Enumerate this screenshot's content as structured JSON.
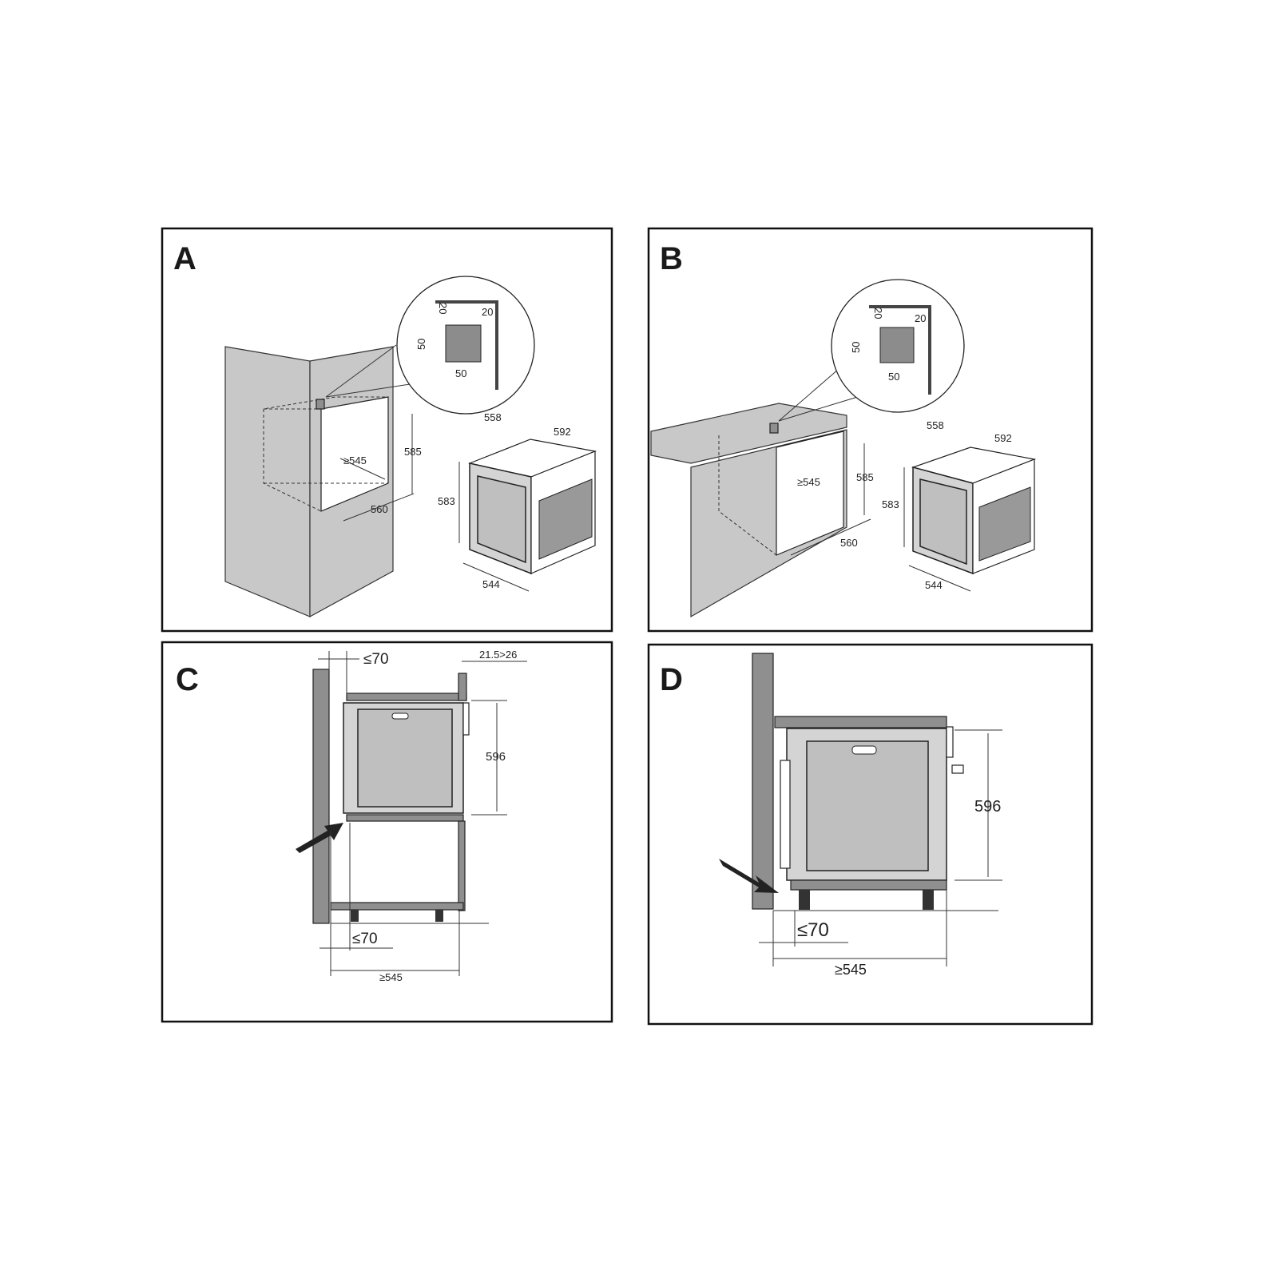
{
  "panels": {
    "a": {
      "label": "A",
      "detail": {
        "top": "20",
        "side": "20",
        "height": "50",
        "width": "50"
      },
      "niche": {
        "depth": "≥545",
        "height": "585",
        "width": "560"
      },
      "oven": {
        "depth": "558",
        "width": "592",
        "height": "583",
        "bottom": "544"
      }
    },
    "b": {
      "label": "B",
      "detail": {
        "top": "20",
        "side": "20",
        "height": "50",
        "width": "50"
      },
      "niche": {
        "depth": "≥545",
        "height": "585",
        "width": "560"
      },
      "oven": {
        "depth": "558",
        "width": "592",
        "height": "583",
        "bottom": "544"
      }
    },
    "c": {
      "label": "C",
      "top_gap": "≤70",
      "front_gap": "21.5>26",
      "height": "596",
      "bottom_gap": "≤70",
      "depth": "≥545"
    },
    "d": {
      "label": "D",
      "height": "596",
      "bottom_gap": "≤70",
      "depth": "≥545"
    }
  }
}
